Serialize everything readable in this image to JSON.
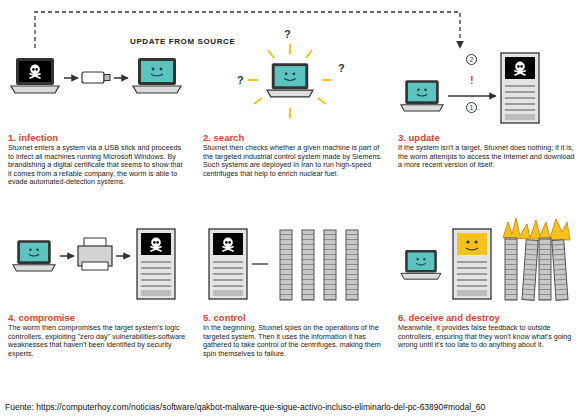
{
  "diagram": {
    "nodes": [
      {
        "text": [
          "1. infection",
          "Stuxnet enters a system via a USB stick and proceeds to infect all machines running Microsoft Windows. By brandishing a digital certificate that seems to show that it comes from a reliable company, the worm is able to evade automated-detection systems."
        ]
      },
      {
        "text": [
          "2. search",
          "Stuxnet then checks whether a given machine is part of the targeted industrial control system made by Siemens. Such systems are deployed in Iran to run high-speed centrifuges that help to enrich nuclear fuel."
        ]
      },
      {
        "text": [
          "3. update",
          "If the system isn't a target, Stuxnet does nothing; if it is, the worm attempts to access the Internet and download a more recent version of itself."
        ]
      },
      {
        "text": [
          "4. compromise",
          "The worm then compromises the target system's logic controllers, exploiting \"zero day\" vulnerabilities-software weaknesses that haven't been identified by security experts."
        ]
      },
      {
        "text": [
          "5. control",
          "In the beginning, Stuxnet spies on the operations of the targeted system. Then it uses the information it has gathered to take control of the centrifuges, making them spin themselves to failure."
        ]
      },
      {
        "text": [
          "6. deceive and destroy",
          "Meanwhile, it provides false feedback to outside controllers, ensuring that they won't know what's going wrong until it's too late to do anything about it."
        ]
      }
    ],
    "edges": [
      {
        "from": 0,
        "to": 2,
        "label": "UPDATE FROM SOURCE",
        "arrow": "to"
      }
    ],
    "labels": [
      "?",
      "?",
      "?",
      "2",
      "!",
      "1",
      "Fuente: https://computerhoy.com/noticias/software/qakbot-malware-que-sigue-activo-incluso-eliminarlo-del-pc-63890#modal_60"
    ]
  }
}
